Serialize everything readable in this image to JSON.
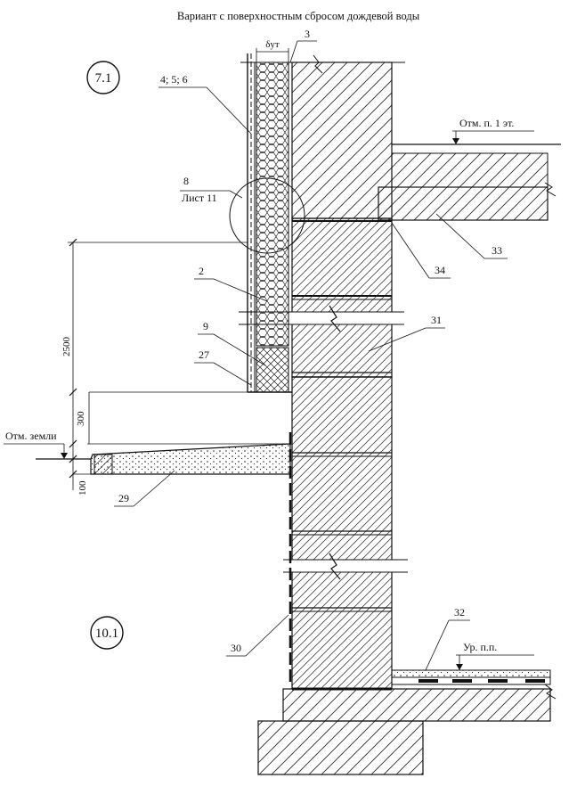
{
  "title": "Вариант с поверхностным сбросом дождевой воды",
  "callouts": {
    "top": "7.1",
    "bottom": "10.1"
  },
  "labels": {
    "d_ut": "δут",
    "l3": "3",
    "l456": "4; 5; 6",
    "l8": "8",
    "sheet_ref": "Лист 11",
    "l2": "2",
    "l9": "9",
    "l27": "27",
    "l29": "29",
    "l30": "30",
    "l31": "31",
    "l32": "32",
    "l33": "33",
    "l34": "34",
    "floor_mark": "Отм. п. 1 эт.",
    "ground_mark": "Отм. земли",
    "floor_level": "Ур. п.п."
  },
  "dimensions": {
    "h2500": "2500",
    "h300": "300",
    "h100": "100"
  }
}
